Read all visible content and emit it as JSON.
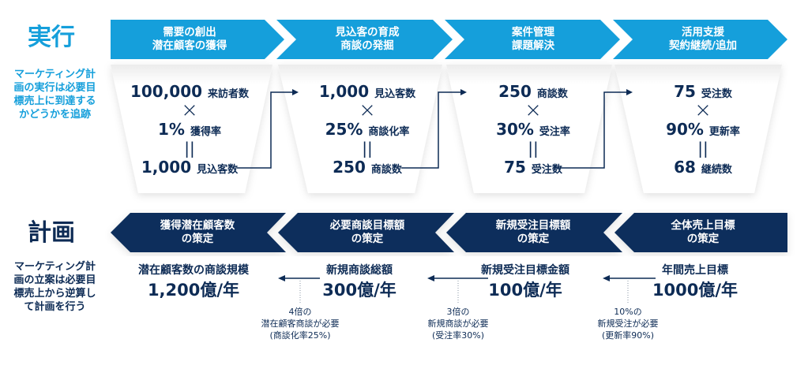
{
  "execution": {
    "title": "実行",
    "description": "マーケティング計画の実行は必要目標売上に到達するかどうかを追跡",
    "stages": [
      {
        "line1": "需要の創出",
        "line2": "潜在顧客の獲得",
        "a": "100,000",
        "a_label": "来訪者数",
        "op": "×",
        "b": "1%",
        "b_label": "獲得率",
        "eq": "||",
        "c": "1,000",
        "c_label": "見込客数"
      },
      {
        "line1": "見込客の育成",
        "line2": "商談の発掘",
        "a": "1,000",
        "a_label": "見込客数",
        "op": "×",
        "b": "25%",
        "b_label": "商談化率",
        "eq": "||",
        "c": "250",
        "c_label": "商談数"
      },
      {
        "line1": "案件管理",
        "line2": "課題解決",
        "a": "250",
        "a_label": "商談数",
        "op": "×",
        "b": "30%",
        "b_label": "受注率",
        "eq": "||",
        "c": "75",
        "c_label": "受注数"
      },
      {
        "line1": "活用支援",
        "line2": "契約継続/追加",
        "a": "75",
        "a_label": "受注数",
        "op": "×",
        "b": "90%",
        "b_label": "更新率",
        "eq": "||",
        "c": "68",
        "c_label": "継続数"
      }
    ]
  },
  "planning": {
    "title": "計画",
    "description": "マーケティング計画の立案は必要目標売上から逆算して計画を行う",
    "stages": [
      {
        "line1": "獲得潜在顧客数",
        "line2": "の策定",
        "heading": "潜在顧客数の商談規模",
        "value": "1,200億/年"
      },
      {
        "line1": "必要商談目標額",
        "line2": "の策定",
        "heading": "新規商談総額",
        "value": "300億/年"
      },
      {
        "line1": "新規受注目標額",
        "line2": "の策定",
        "heading": "新規受注目標金額",
        "value": "100億/年"
      },
      {
        "line1": "全体売上目標",
        "line2": "の策定",
        "heading": "年間売上目標",
        "value": "1000億/年"
      }
    ],
    "notes": [
      {
        "l1": "4倍の",
        "l2": "潜在顧客商談が必要",
        "l3": "(商談化率25%)"
      },
      {
        "l1": "3倍の",
        "l2": "新規商談が必要",
        "l3": "(受注率30%)"
      },
      {
        "l1": "10%の",
        "l2": "新規受注が必要",
        "l3": "(更新率90%)"
      }
    ]
  },
  "colors": {
    "blue": "#159fdb",
    "navy": "#0b2d5b"
  }
}
